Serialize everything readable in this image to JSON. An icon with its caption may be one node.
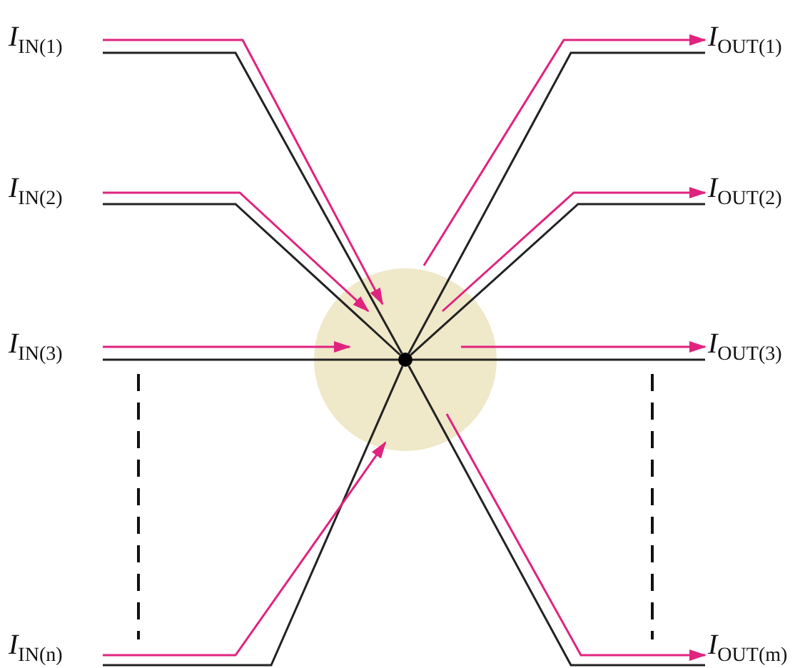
{
  "diagram": {
    "nodes": [
      {
        "text": [
          "*I*$_{IN(1)}$"
        ]
      },
      {
        "text": [
          "*I*$_{IN(2)}$"
        ]
      },
      {
        "text": [
          "*I*$_{IN(3)}$"
        ]
      },
      {
        "text": [
          "*I*$_{IN(n)}$"
        ]
      },
      {
        "text": [
          "*I*$_{OUT(1)}$"
        ]
      },
      {
        "text": [
          "*I*$_{OUT(2)}$"
        ]
      },
      {
        "text": [
          "*I*$_{OUT(3)}$"
        ]
      },
      {
        "text": [
          "*I*$_{OUT(m)}$"
        ]
      },
      {
        "text": [],
        "shape": "circle"
      },
      {
        "text": [],
        "shape": "circle",
        "in": 8
      }
    ],
    "edges": [
      {
        "from": 0,
        "to": 9,
        "arrow": "none"
      },
      {
        "from": 0,
        "to": 8,
        "arrow": "to",
        "color": "#e0237f"
      },
      {
        "from": 1,
        "to": 9,
        "arrow": "none"
      },
      {
        "from": 1,
        "to": 8,
        "arrow": "to",
        "color": "#e0237f"
      },
      {
        "from": 2,
        "to": 9,
        "arrow": "none"
      },
      {
        "from": 2,
        "to": 8,
        "arrow": "to",
        "color": "#e0237f"
      },
      {
        "from": 3,
        "to": 9,
        "arrow": "none"
      },
      {
        "from": 3,
        "to": 8,
        "arrow": "to",
        "color": "#e0237f"
      },
      {
        "from": 9,
        "to": 4,
        "arrow": "none"
      },
      {
        "from": 8,
        "to": 4,
        "arrow": "to",
        "color": "#e0237f"
      },
      {
        "from": 9,
        "to": 5,
        "arrow": "none"
      },
      {
        "from": 8,
        "to": 5,
        "arrow": "to",
        "color": "#e0237f"
      },
      {
        "from": 9,
        "to": 6,
        "arrow": "none"
      },
      {
        "from": 8,
        "to": 6,
        "arrow": "to",
        "color": "#e0237f"
      },
      {
        "from": 9,
        "to": 7,
        "arrow": "none"
      },
      {
        "from": 8,
        "to": 7,
        "arrow": "to",
        "color": "#e0237f"
      }
    ]
  }
}
